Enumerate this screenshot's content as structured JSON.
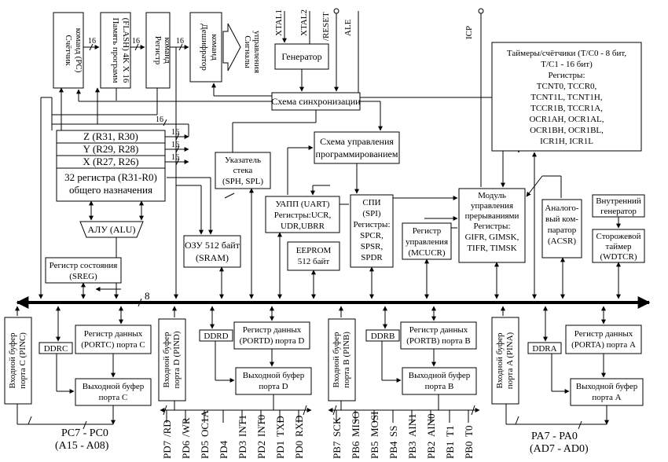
{
  "top_blocks": {
    "pc": [
      "Счётчик",
      "команд (PC)"
    ],
    "flash": [
      "Память программ",
      "(FLASH) 4K X 16"
    ],
    "ir": [
      "Регистр",
      "команд"
    ],
    "decoder": [
      "Дешифратор",
      "команд"
    ],
    "signals": [
      "Сигналы",
      "управления"
    ]
  },
  "width_16": "16",
  "width_8": "8",
  "pins_top": [
    "XTAL1",
    "XTAL2",
    "/RESET",
    "ALE",
    "ICP"
  ],
  "generator": "Генератор",
  "sync": "Схема синхронизации",
  "prog_ctrl": [
    "Схема управления",
    "программированием"
  ],
  "timers": [
    "Таймеры/счётчики (T/C0 - 8 бит,",
    "T/C1 - 16 бит)",
    "Регистры:",
    "TCNT0, TCCR0,",
    "TCNT1L, TCNT1H,",
    "TCCR1B, TCCR1A,",
    "OCR1AH, OCR1AL,",
    "OCR1BH, OCR1BL,",
    "ICR1H, ICR1L"
  ],
  "regs": {
    "z": "Z (R31, R30)",
    "y": "Y (R29, R28)",
    "x": "X (R27, R26)",
    "gp": [
      "32 регистра (R31-R0)",
      "общего назначения"
    ]
  },
  "alu": "АЛУ (ALU)",
  "sreg": [
    "Регистр состояния",
    "(SREG)"
  ],
  "sp": [
    "Указатель",
    "стека",
    "(SPH, SPL)"
  ],
  "sram": [
    "ОЗУ 512 байт",
    "(SRAM)"
  ],
  "uart": [
    "УАПП (UART)",
    "Регистры:UCR,",
    "UDR,UBRR"
  ],
  "eeprom": [
    "EEPROM",
    "512 байт"
  ],
  "spi": [
    "СПИ",
    "(SPI)",
    "Регистры:",
    "SPCR,",
    "SPSR,",
    "SPDR"
  ],
  "mcucr": [
    "Регистр",
    "управления",
    "(MCUCR)"
  ],
  "irq": [
    "Модуль",
    "управления",
    "прерываниями",
    "Регистры:",
    "GIFR, GIMSK,",
    "TIFR, TIMSK"
  ],
  "analog": [
    "Аналого-",
    "вый ком-",
    "паратор",
    "(ACSR)"
  ],
  "int_gen": [
    "Внутренний",
    "генератор"
  ],
  "wdt": [
    "Сторожевой",
    "таймер",
    "(WDTCR)"
  ],
  "ports": {
    "c": {
      "in": [
        "Входной буфер",
        "порта  C (PINC)"
      ],
      "ddr": "DDRC",
      "data": [
        "Регистр данных",
        "(PORTC) порта C"
      ],
      "out": [
        "Выходной буфер",
        "порта C"
      ],
      "pins": [
        "PC7 - PC0",
        "(A15 - A08)"
      ]
    },
    "d": {
      "in": [
        "Входной буфер",
        "порта  D (PIND)"
      ],
      "ddr": "DDRD",
      "data": [
        "Регистр данных",
        "(PORTD) порта D"
      ],
      "out": [
        "Выходной буфер",
        "порта D"
      ],
      "pins": [
        "PD7",
        "PD6",
        "PD5",
        "PD4",
        "PD3",
        "PD2",
        "PD1",
        "PD0"
      ],
      "alt": [
        "/RD",
        "/WR",
        "OC1A",
        "",
        "INT1",
        "INT0",
        "TXD",
        "RXD"
      ]
    },
    "b": {
      "in": [
        "Входной буфер",
        "порта  B (PINB)"
      ],
      "ddr": "DDRB",
      "data": [
        "Регистр данных",
        "(PORTB) порта B"
      ],
      "out": [
        "Выходной буфер",
        "порта B"
      ],
      "pins": [
        "PB7",
        "PB6",
        "PB5",
        "PB4",
        "PB3",
        "PB2",
        "PB1",
        "PB0"
      ],
      "alt": [
        "SCK",
        "MISO",
        "MOSI",
        "SS",
        "AIN1",
        "AIN0",
        "T1",
        "T0"
      ]
    },
    "a": {
      "in": [
        "Входной буфер",
        "порта  A (PINA)"
      ],
      "ddr": "DDRA",
      "data": [
        "Регистр данных",
        "(PORTA) порта A"
      ],
      "out": [
        "Выходной буфер",
        "порта A"
      ],
      "pins": [
        "PA7 - PA0",
        "(AD7 - AD0)"
      ]
    }
  }
}
